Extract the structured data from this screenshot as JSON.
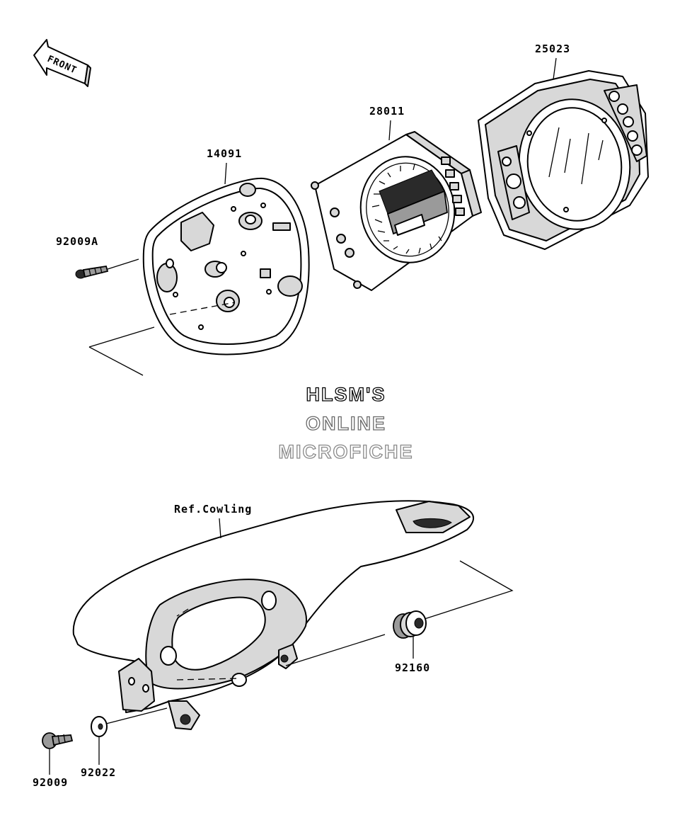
{
  "parts": {
    "meter_case": "14091",
    "screw_a": "92009A",
    "meter_assy": "28011",
    "cover": "25023",
    "ref_cowling": "Ref.Cowling",
    "grommet": "92160",
    "screw": "92009",
    "washer": "92022"
  },
  "direction_badge": "FRONT",
  "watermark": {
    "line1": "HLSM'S",
    "line2": "ONLINE",
    "line3": "MICROFICHE",
    "colors": [
      "#000000",
      "#6a6a6a",
      "#8a8a8a"
    ]
  }
}
